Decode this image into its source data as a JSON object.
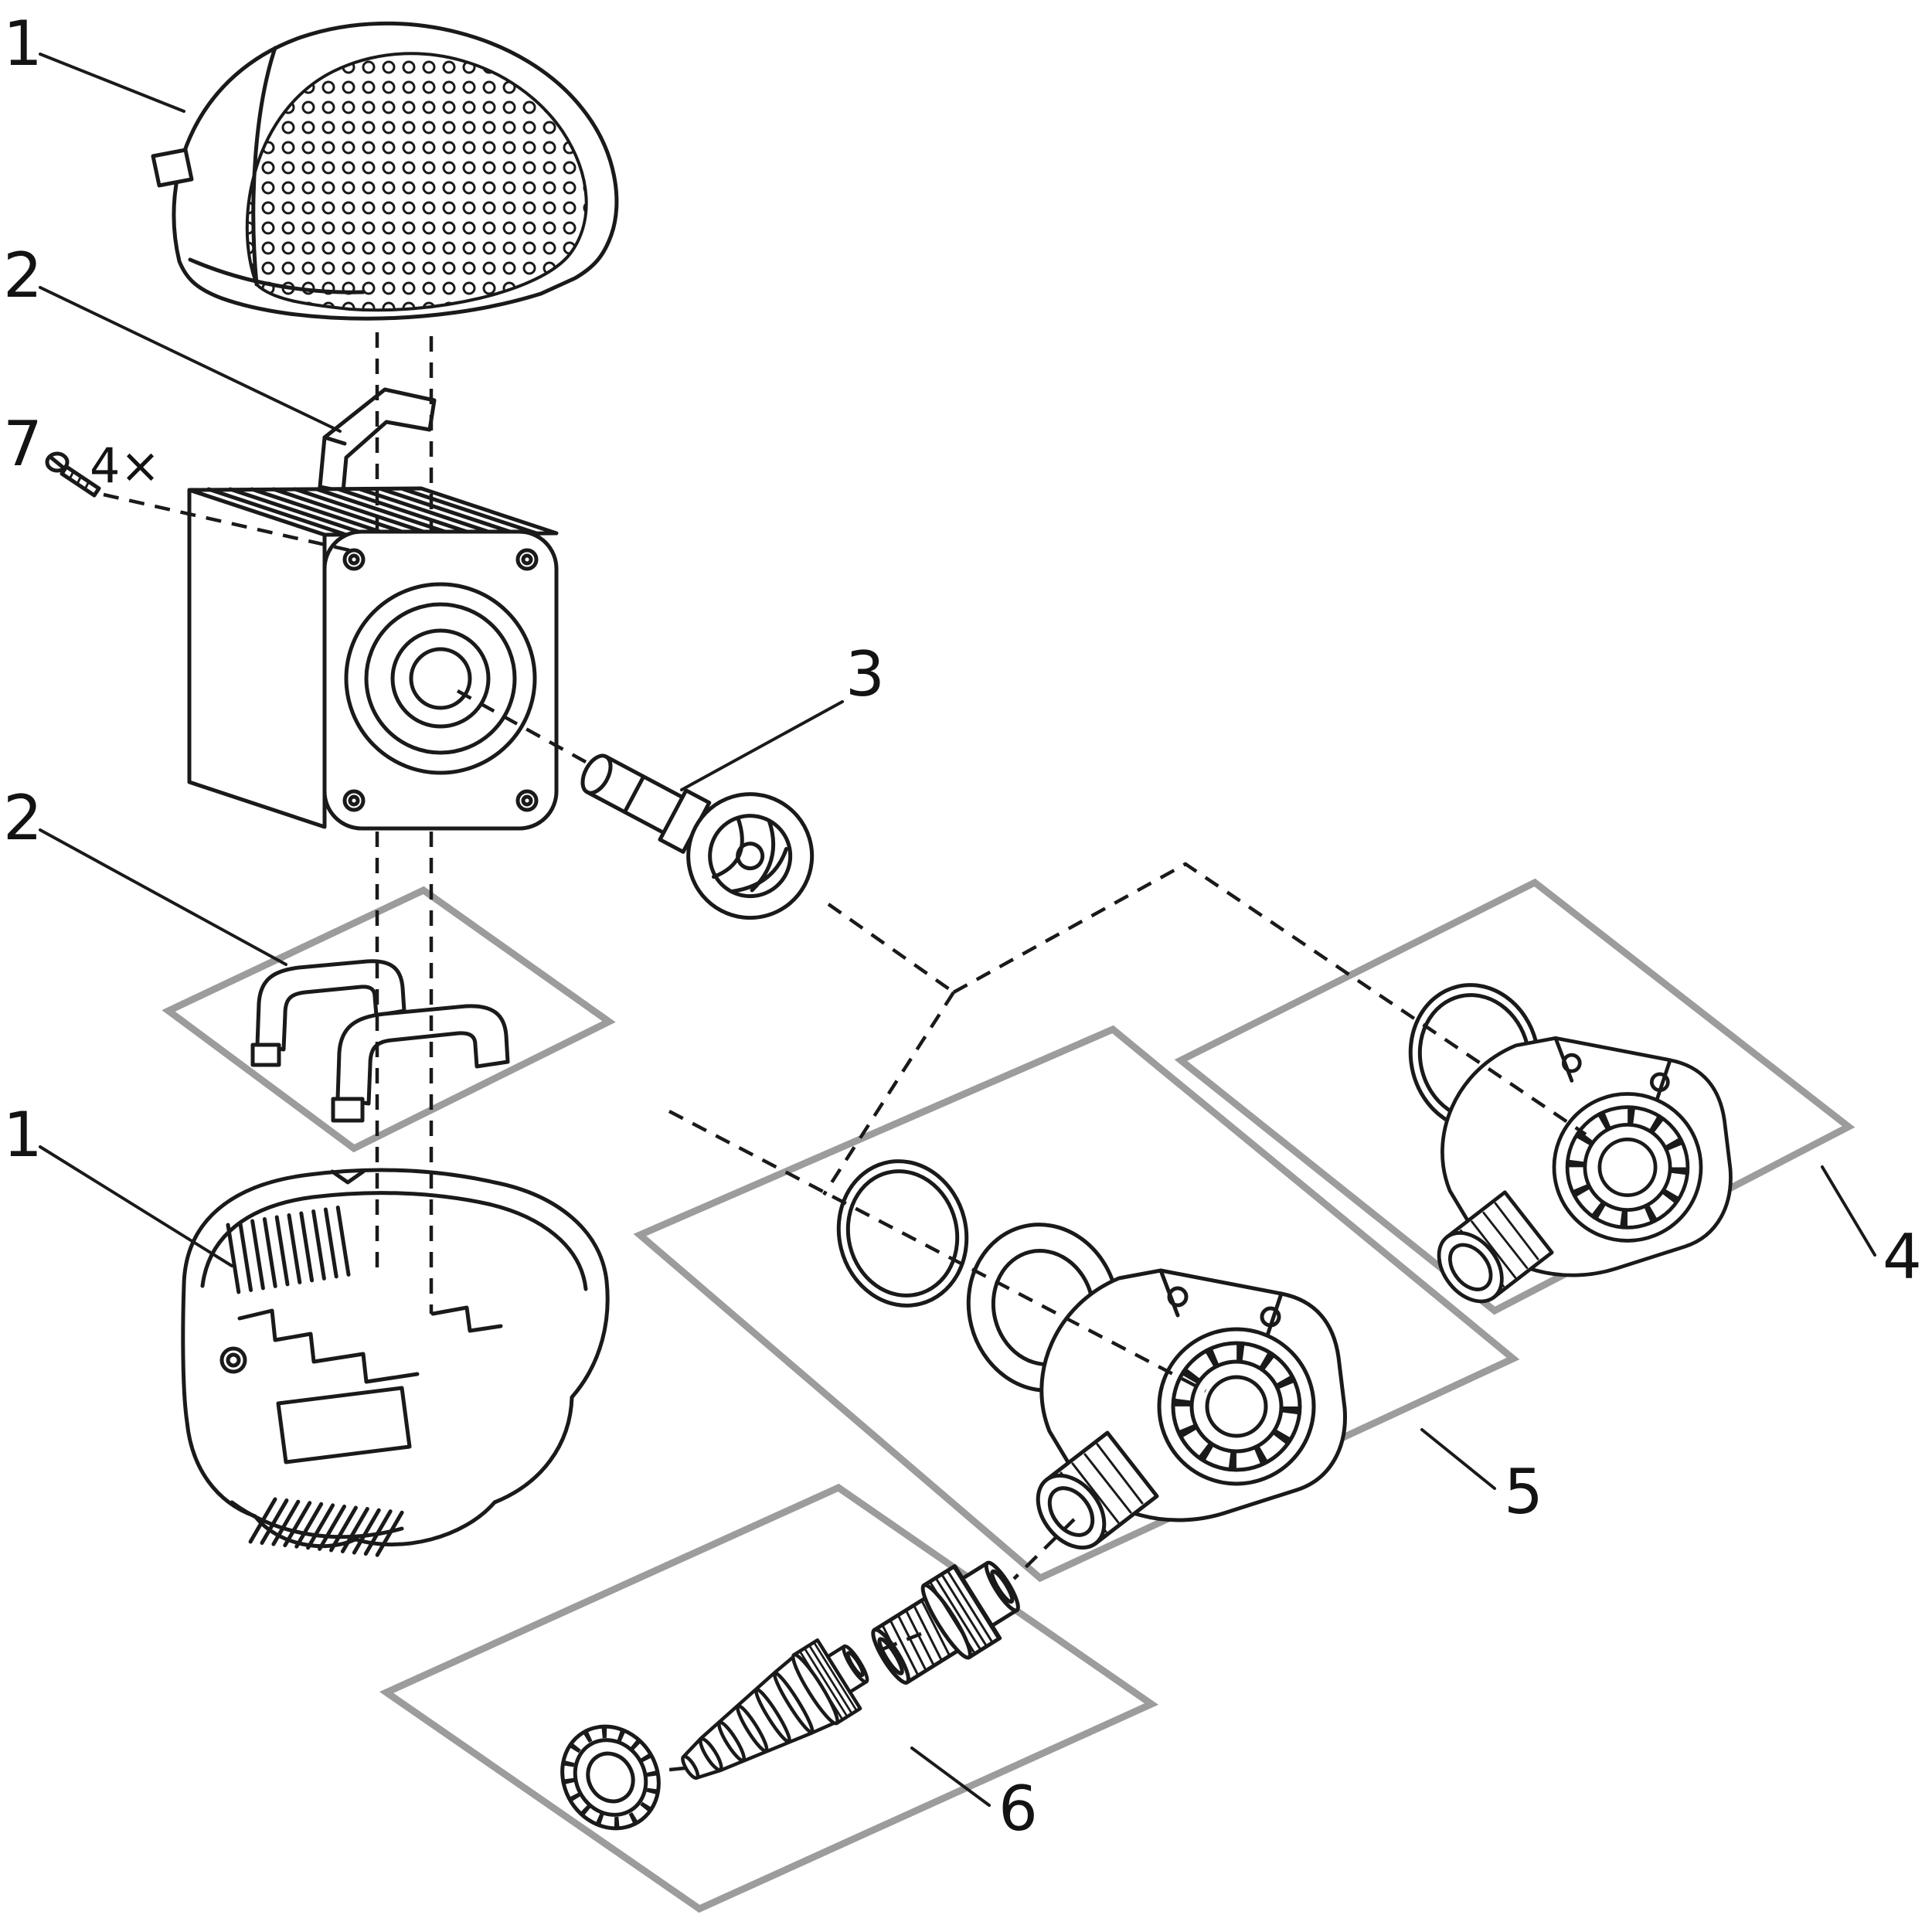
{
  "diagram_type": "exploded-parts-diagram",
  "labels": [
    {
      "part": "strainer-cover-top",
      "text": "1"
    },
    {
      "part": "clip",
      "text": "2"
    },
    {
      "part": "screw",
      "text": "7"
    },
    {
      "part": "screw-quantity",
      "text": "4×"
    },
    {
      "part": "impeller",
      "text": "3"
    },
    {
      "part": "pump-holder-set",
      "text": "2"
    },
    {
      "part": "strainer-housing-bottom",
      "text": "1"
    },
    {
      "part": "outlet-elbow-kit-4",
      "text": "4"
    },
    {
      "part": "outlet-elbow-kit-5",
      "text": "5"
    },
    {
      "part": "hose-adapter-kit-6",
      "text": "6"
    }
  ],
  "colors": {
    "line": "#1a1a1a",
    "group_box": "#9c9c9c",
    "background": "#ffffff"
  }
}
